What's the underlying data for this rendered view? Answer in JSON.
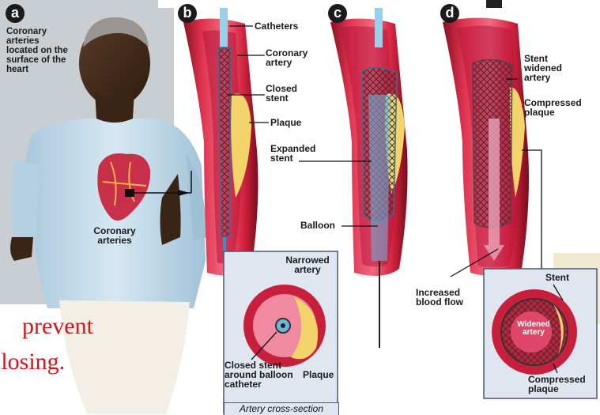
{
  "panels": {
    "a": "a",
    "b": "b",
    "c": "c",
    "d": "d"
  },
  "labels": {
    "coronary_arteries_surface": "Coronary arteries located on the surface of the heart",
    "coronary_arteries": "Coronary arteries",
    "catheters": "Catheters",
    "coronary_artery": "Coronary artery",
    "closed_stent": "Closed stent",
    "plaque": "Plaque",
    "expanded_stent": "Expanded stent",
    "balloon": "Balloon",
    "narrowed_artery": "Narrowed artery",
    "closed_stent_balloon": "Closed stent around balloon catheter",
    "plaque_cross": "Plaque",
    "artery_cross_section": "Artery cross-section",
    "stent_widened_artery": "Stent widened artery",
    "compressed_plaque": "Compressed plaque",
    "increased_blood_flow": "Increased blood flow",
    "stent": "Stent",
    "widened_artery": "Widened artery",
    "compressed_plaque_cross": "Compressed plaque"
  },
  "caption": {
    "line1": "prevent",
    "line2": "closing."
  }
}
